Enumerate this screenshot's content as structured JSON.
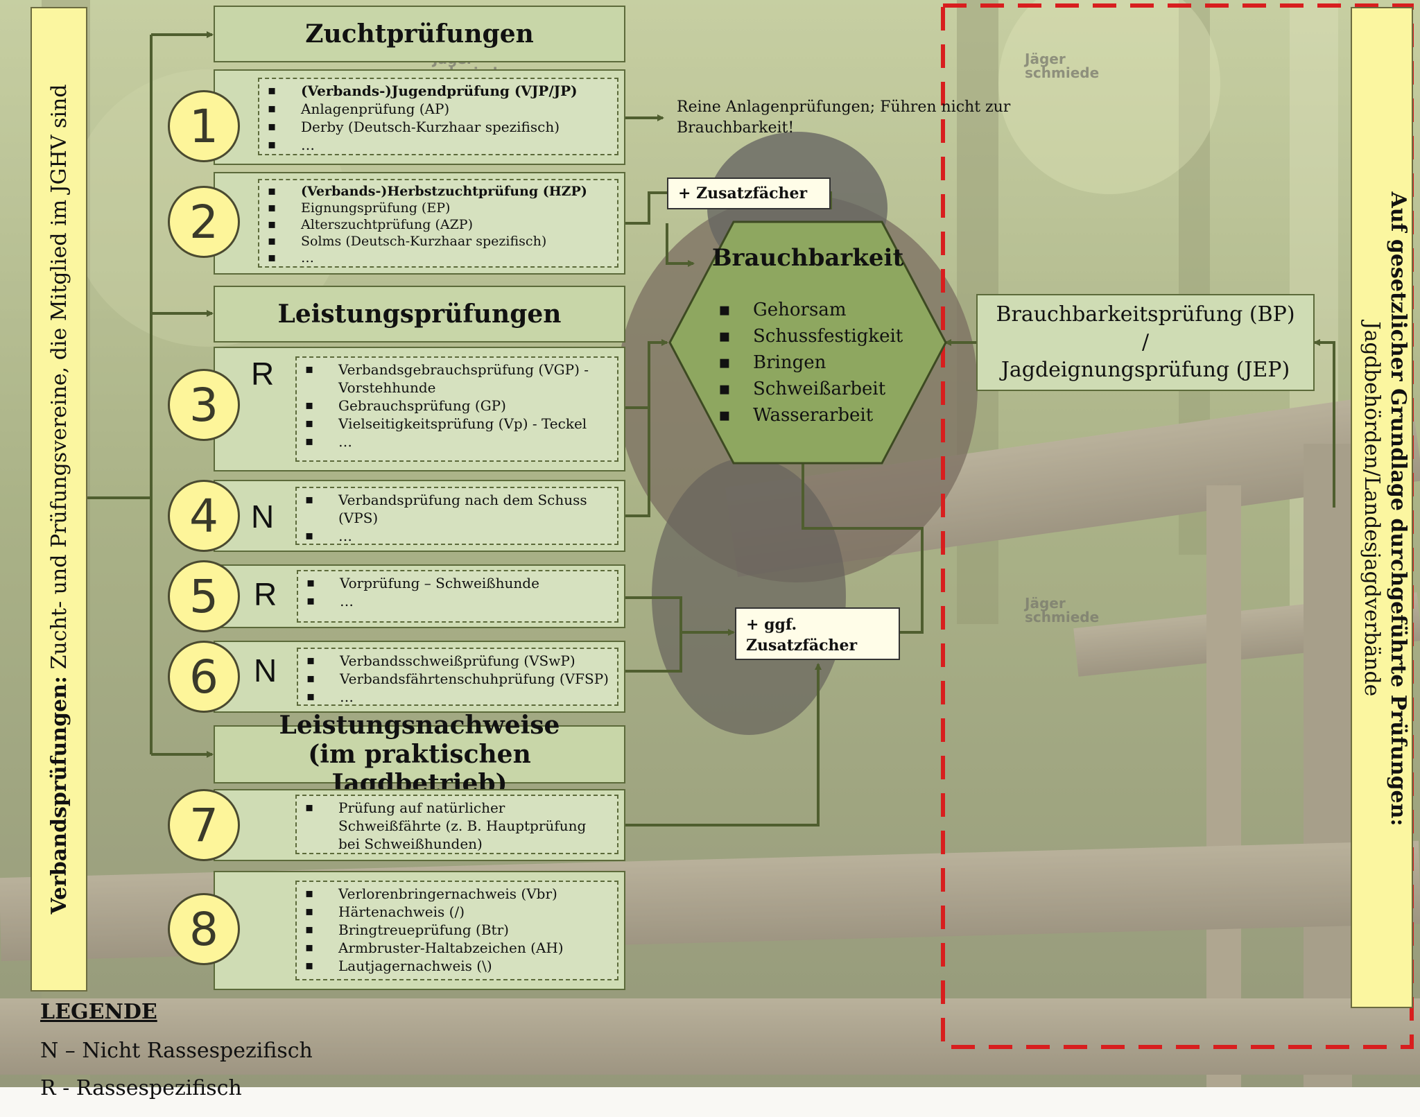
{
  "left_bar": {
    "bold": "Verbandsprüfungen:",
    "rest": " Zucht- und Prüfungsvereine, die Mitglied im JGHV sind"
  },
  "right_bar": {
    "line1": "Auf gesetzlicher Grundlage durchgeführte Prüfungen:",
    "line2": "Jagdbehörden/Landesjagdverbände"
  },
  "headers": {
    "zucht": "Zuchtprüfungen",
    "leistung": "Leistungsprüfungen",
    "nachweise": "Leistungsnachweise (im praktischen Jagdbetrieb)"
  },
  "items": [
    {
      "num": "1",
      "tag": "",
      "bullets": [
        "(Verbands-)Jugendprüfung (VJP/JP)",
        "Anlagenprüfung (AP)",
        "Derby (Deutsch-Kurzhaar spezifisch)",
        "…"
      ]
    },
    {
      "num": "2",
      "tag": "",
      "bullets": [
        "(Verbands-)Herbstzuchtprüfung (HZP)",
        "Eignungsprüfung (EP)",
        "Alterszuchtprüfung (AZP)",
        "Solms (Deutsch-Kurzhaar spezifisch)",
        "…"
      ]
    },
    {
      "num": "3",
      "tag": "R",
      "bullets": [
        "Verbandsgebrauchsprüfung (VGP) - Vorstehhunde",
        "Gebrauchsprüfung (GP)",
        "Vielseitigkeitsprüfung (Vp) - Teckel",
        "…"
      ]
    },
    {
      "num": "4",
      "tag": "N",
      "bullets": [
        "Verbandsprüfung nach dem Schuss (VPS)",
        "…"
      ]
    },
    {
      "num": "5",
      "tag": "R",
      "bullets": [
        "Vorprüfung – Schweißhunde",
        "…"
      ]
    },
    {
      "num": "6",
      "tag": "N",
      "bullets": [
        "Verbandsschweißprüfung (VSwP)",
        "Verbandsfährtenschuhprüfung (VFSP)",
        "…"
      ]
    },
    {
      "num": "7",
      "tag": "",
      "bullets": [
        "Prüfung auf natürlicher Schweißfährte (z. B. Hauptprüfung bei Schweißhunden)"
      ]
    },
    {
      "num": "8",
      "tag": "",
      "bullets": [
        "Verlorenbringernachweis (Vbr)",
        "Härtenachweis (/)",
        "Bringtreueprüfung (Btr)",
        "Armbruster-Haltabzeichen (AH)",
        "Lautjagernachweis (\\)"
      ]
    }
  ],
  "note_anlagen": "Reine Anlagenprüfungen; Führen nicht zur Brauchbarkeit!",
  "zusatz1": "+ Zusatzfächer",
  "zusatz2": "+ ggf. Zusatzfächer",
  "brauchbarkeit": {
    "title": "Brauchbarkeit",
    "bullets": [
      "Gehorsam",
      "Schussfestigkeit",
      "Bringen",
      "Schweißarbeit",
      "Wasserarbeit"
    ]
  },
  "bp_box": {
    "line1": "Brauchbarkeitsprüfung (BP)",
    "line2": "/",
    "line3": "Jagdeignungsprüfung (JEP)"
  },
  "legend": {
    "title": "LEGENDE",
    "n": "N – Nicht Rassespezifisch",
    "r": "R - Rassespezifisch"
  },
  "watermark": {
    "line1": "Jäger",
    "line2": "schmiede"
  },
  "colors": {
    "box_fill": "#cfdcb4",
    "hex_fill": "#8ea760",
    "arrow": "#4f5e2f",
    "yellow": "#fbf6a0",
    "dash_red": "#d81e1e"
  }
}
